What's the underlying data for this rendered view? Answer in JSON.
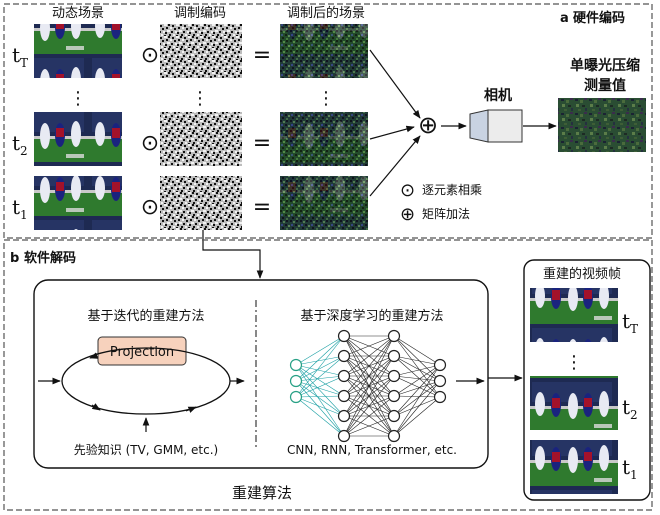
{
  "panel_a": {
    "label_letter": "a",
    "label_text": "硬件编码",
    "col_headers": [
      "动态场景",
      "调制编码",
      "调制后的场景"
    ],
    "time_labels": [
      {
        "base": "t",
        "sub": "T"
      },
      {
        "base": "t",
        "sub": "2"
      },
      {
        "base": "t",
        "sub": "1"
      }
    ],
    "ellipsis": "⋮",
    "odot": "⊙",
    "equals": "=",
    "oplus": "⊕",
    "camera_label": "相机",
    "measurement_label_1": "单曝光压缩",
    "measurement_label_2": "测量值",
    "legend": [
      {
        "symbol": "⊙",
        "text": "逐元素相乘"
      },
      {
        "symbol": "⊕",
        "text": "矩阵加法"
      }
    ]
  },
  "panel_b": {
    "label_letter": "b",
    "label_text": "软件解码",
    "iterative_title": "基于迭代的重建方法",
    "projection_label": "Projection",
    "prior_label": "先验知识 (TV, GMM, etc.)",
    "dl_title": "基于深度学习的重建方法",
    "dl_models": "CNN, RNN, Transformer, etc.",
    "algorithm_label": "重建算法",
    "output_title": "重建的视频帧",
    "output_time_labels": [
      {
        "base": "t",
        "sub": "T"
      },
      {
        "base": "t",
        "sub": "2"
      },
      {
        "base": "t",
        "sub": "1"
      }
    ]
  },
  "colors": {
    "projection_fill": "#f7d2bd",
    "nn_left_layer": "#27a085",
    "nn_edges_left": "#1aa0a4",
    "field_green": "#2f7a2e",
    "jersey_blue": "#1a237e",
    "jersey_red": "#a3122a",
    "mask_light": "#d8d8d8",
    "mask_dark": "#1b1b1b"
  },
  "icons": {
    "camera": "camera-icon",
    "noise": "noise-pattern",
    "nn": "neural-network-icon"
  }
}
